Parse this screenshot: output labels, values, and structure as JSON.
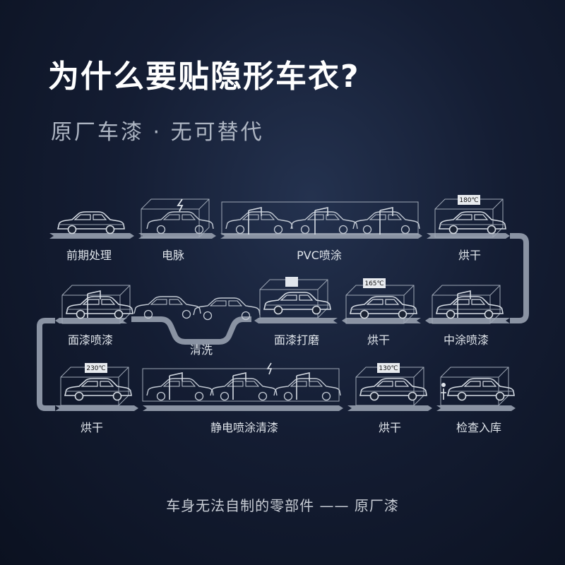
{
  "title": "为什么要贴隐形车衣?",
  "subtitle": "原厂车漆 · 无可替代",
  "steps": [
    {
      "label": "前期处理"
    },
    {
      "label": "电脉"
    },
    {
      "label": "PVC喷涂"
    },
    {
      "label": "烘干",
      "temp": "180℃"
    },
    {
      "label": "中涂喷漆"
    },
    {
      "label": "烘干",
      "temp": "165℃"
    },
    {
      "label": "面漆打磨"
    },
    {
      "label": "清洗"
    },
    {
      "label": "面漆喷漆"
    },
    {
      "label": "烘干",
      "temp": "230℃"
    },
    {
      "label": "静电喷涂清漆"
    },
    {
      "label": "烘干",
      "temp": "130℃"
    },
    {
      "label": "检查入库"
    }
  ],
  "footer": "车身无法自制的零部件 —— 原厂漆",
  "colors": {
    "belt": "#6a7384",
    "belt_light": "#8a93a3",
    "line": "#c9d0da",
    "accent_bg": "#141d33"
  }
}
